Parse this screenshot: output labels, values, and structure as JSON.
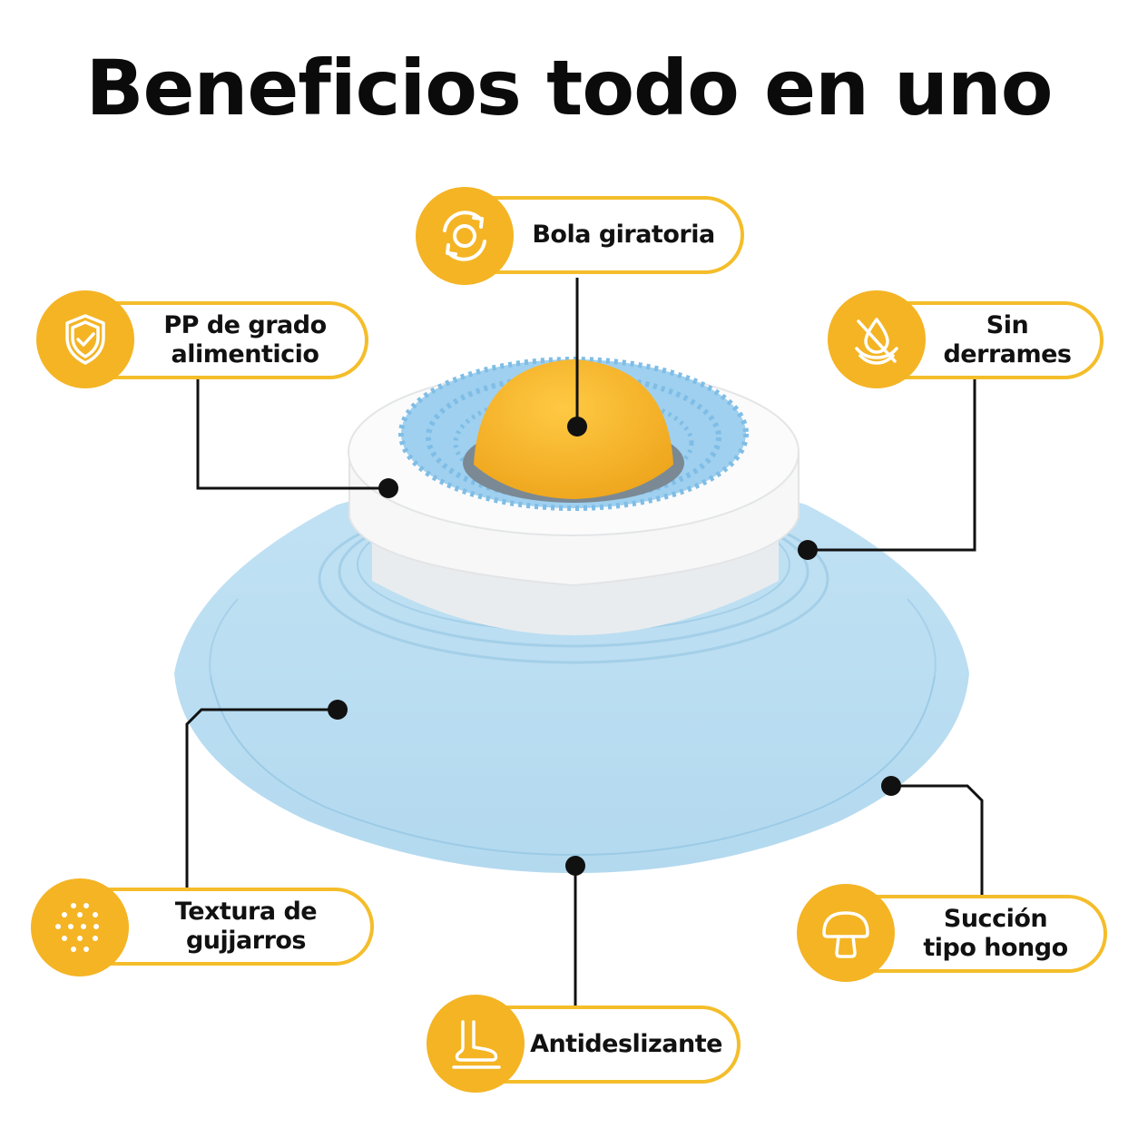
{
  "title": "Beneficios todo en uno",
  "colors": {
    "accent": "#f4b424",
    "bowl": "#b9ddf2",
    "ring": "#f6f6f6",
    "bristle": "#8ec8ec",
    "ball": "#f5b631"
  },
  "features": [
    {
      "id": "rotating-ball",
      "icon": "rotate-arrows-icon",
      "lines": [
        "Bola giratoria"
      ]
    },
    {
      "id": "food-grade",
      "icon": "shield-check-icon",
      "lines": [
        "PP de grado",
        "alimenticio"
      ]
    },
    {
      "id": "no-spill",
      "icon": "no-spill-drop-icon",
      "lines": [
        "Sin derrames"
      ]
    },
    {
      "id": "pebble-texture",
      "icon": "dots-texture-icon",
      "lines": [
        "Textura de",
        "gujjarros"
      ]
    },
    {
      "id": "mushroom-suction",
      "icon": "mushroom-icon",
      "lines": [
        "Succión",
        "tipo hongo"
      ]
    },
    {
      "id": "anti-slip",
      "icon": "foot-icon",
      "lines": [
        "Antideslizante"
      ]
    }
  ]
}
